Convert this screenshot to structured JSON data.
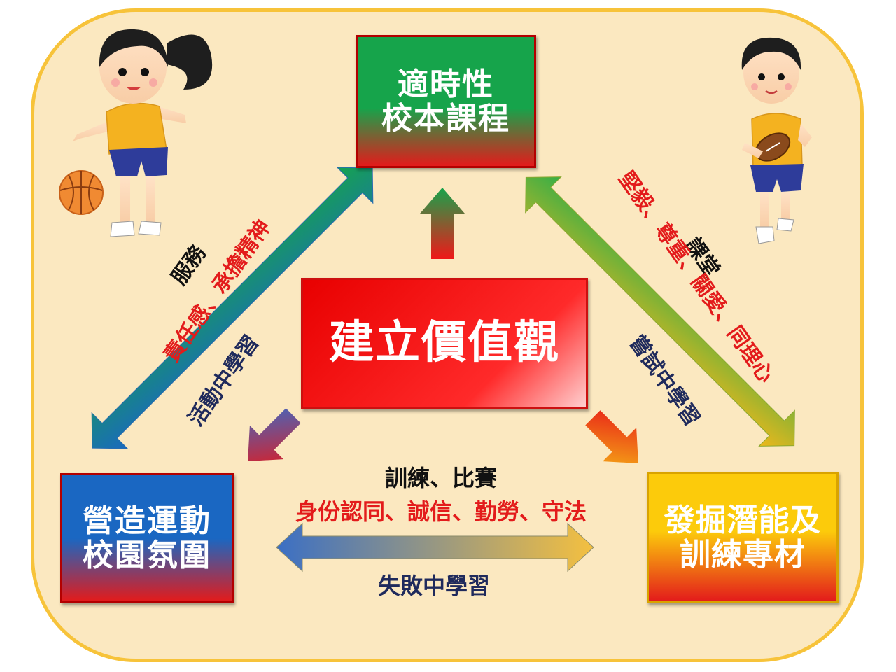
{
  "boxes": {
    "top": {
      "line1": "適時性",
      "line2": "校本課程"
    },
    "left": {
      "line1": "營造運動",
      "line2": "校園氛圍"
    },
    "right": {
      "line1": "發掘潛能及",
      "line2": "訓練專材"
    },
    "center": {
      "label": "建立價值觀"
    }
  },
  "left_edge": {
    "activity": "服務",
    "values": "責任感、承擔精神",
    "learning": "活動中學習"
  },
  "right_edge": {
    "activity": "課堂",
    "values": "堅毅、尊重、關愛、同理心",
    "learning": "嘗試中學習"
  },
  "bottom_edge": {
    "activity": "訓練、比賽",
    "values": "身份認同、誠信、勤勞、守法",
    "learning": "失敗中學習"
  },
  "colors": {
    "panel_bg": "#fbe8c0",
    "panel_border": "#f7c33a",
    "green": "#16a44b",
    "blue": "#1a67c2",
    "yellow": "#fccb0b",
    "red": "#e31b1b",
    "dark_text": "#111111",
    "navy_text": "#1f2a5c"
  }
}
